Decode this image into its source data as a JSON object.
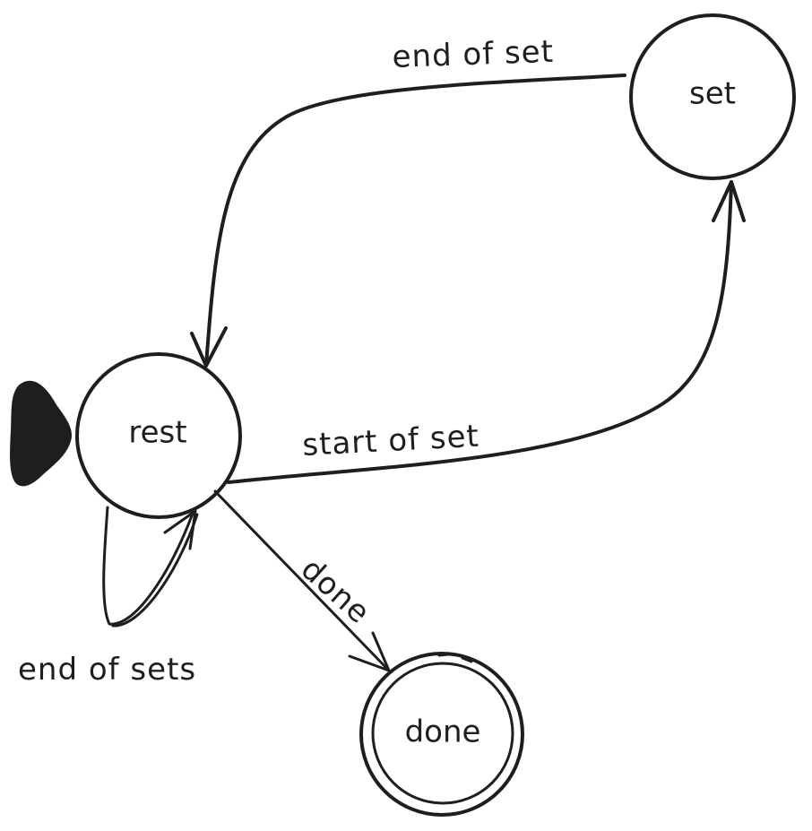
{
  "diagram": {
    "states": {
      "rest": {
        "label": "rest"
      },
      "set": {
        "label": "set"
      },
      "done": {
        "label": "done"
      }
    },
    "transitions": {
      "end_of_set": {
        "label": "end of set"
      },
      "start_of_set": {
        "label": "start of set"
      },
      "done": {
        "label": "done"
      },
      "end_of_sets": {
        "label": "end of sets"
      }
    },
    "colors": {
      "ink": "#1e1e1e",
      "background": "#ffffff"
    }
  }
}
